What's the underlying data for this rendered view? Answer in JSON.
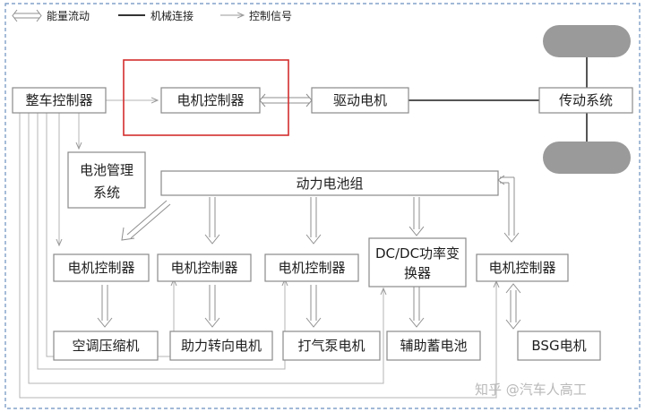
{
  "legend": {
    "energy_flow": "能量流动",
    "mechanical": "机械连接",
    "control_signal": "控制信号"
  },
  "nodes": {
    "vcu": "整车控制器",
    "mcu_main": "电机控制器",
    "drive_motor": "驱动电机",
    "transmission": "传动系统",
    "bms_line1": "电池管理",
    "bms_line2": "系统",
    "battery_pack": "动力电池组",
    "mcu_ac": "电机控制器",
    "mcu_steer": "电机控制器",
    "mcu_pump": "电机控制器",
    "dcdc_line1": "DC/DC功率变",
    "dcdc_line2": "换器",
    "mcu_bsg": "电机控制器",
    "ac_compressor": "空调压缩机",
    "power_steering_motor": "助力转向电机",
    "air_pump_motor": "打气泵电机",
    "aux_battery": "辅助蓄电池",
    "bsg_motor": "BSG电机"
  },
  "watermark": "知乎 @汽车人高工",
  "colors": {
    "highlight": "#d42d2d",
    "frame": "#6b8fbf",
    "wheel": "#9a9a9a"
  }
}
